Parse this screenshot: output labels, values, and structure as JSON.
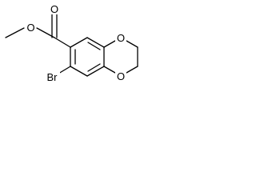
{
  "molecule": {
    "atoms": {
      "ester_o_single": "O",
      "carbonyl_o": "O",
      "ring_o_top": "O",
      "ring_o_bottom": "O",
      "bromine": "Br"
    }
  },
  "colors": {
    "background": "#ffffff",
    "bonds": "#000000",
    "labels": "#000000"
  }
}
